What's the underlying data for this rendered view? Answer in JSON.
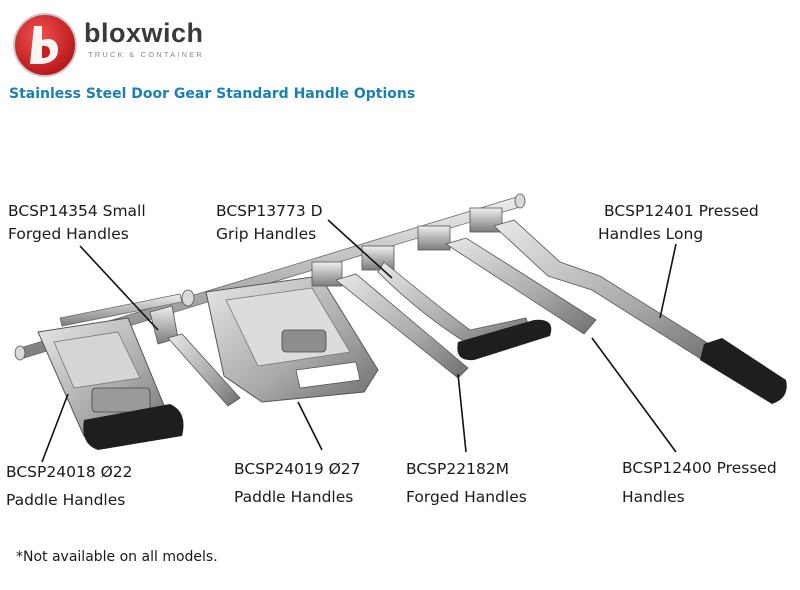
{
  "brand": {
    "name": "bloxwich",
    "tagline": "TRUCK & CONTAINER",
    "logo_color": "#d42a2a"
  },
  "title": "Stainless Steel Door Gear Standard Handle Options",
  "labels": {
    "bcsp14354": [
      "BCSP14354 Small",
      "Forged Handles"
    ],
    "bcsp13773": [
      "BCSP13773 D",
      "Grip Handles"
    ],
    "bcsp12401": [
      "BCSP12401 Pressed",
      "Handles Long"
    ],
    "bcsp24018": [
      "BCSP24018 Ø22",
      "Paddle Handles"
    ],
    "bcsp24019": [
      "BCSP24019 Ø27",
      "Paddle Handles"
    ],
    "bcsp22182m": [
      "BCSP22182M",
      "Forged Handles"
    ],
    "bcsp12400": [
      "BCSP12400 Pressed",
      "Handles"
    ]
  },
  "footnote": "*Not available on all models.",
  "colors": {
    "title": "#1a7fb5",
    "steel": "#b8b8b8",
    "grip": "#1e1e1e"
  }
}
